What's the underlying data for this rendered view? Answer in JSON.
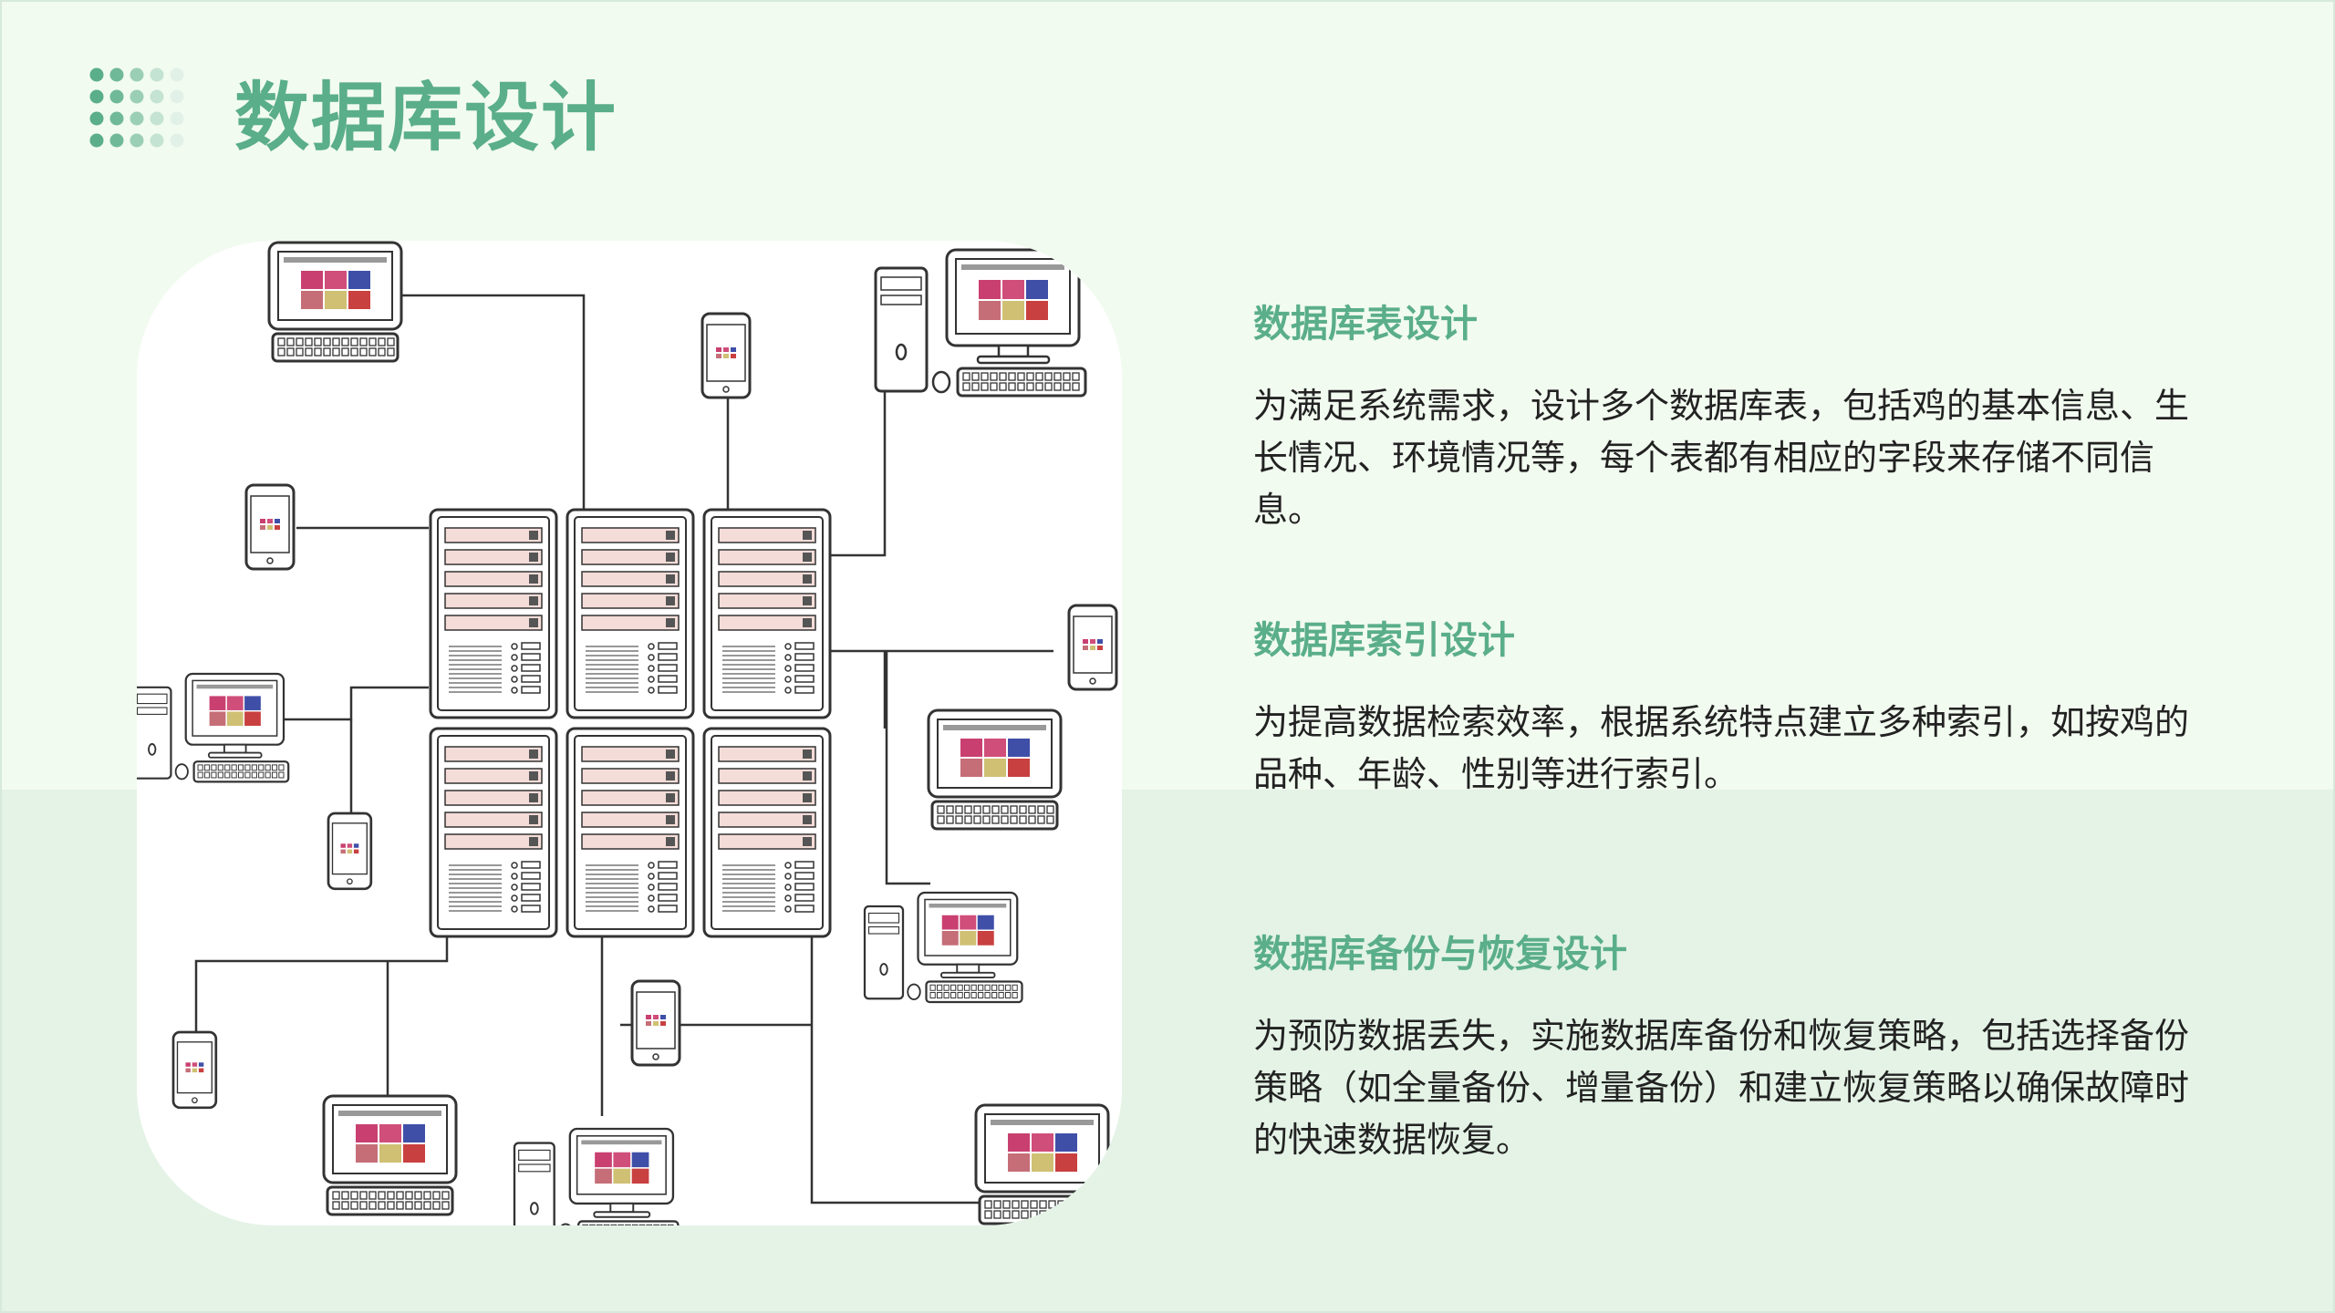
{
  "page": {
    "title": "数据库设计"
  },
  "sections": [
    {
      "heading": "数据库表设计",
      "body": "为满足系统需求，设计多个数据库表，包括鸡的基本信息、生长情况、环境情况等，每个表都有相应的字段来存储不同信息。"
    },
    {
      "heading": "数据库索引设计",
      "body": "为提高数据检索效率，根据系统特点建立多种索引，如按鸡的品种、年龄、性别等进行索引。"
    },
    {
      "heading": "数据库备份与恢复设计",
      "body": "为预防数据丢失，实施数据库备份和恢复策略，包括选择备份策略（如全量备份、增量备份）和建立恢复策略以确保故障时的快速数据恢复。"
    }
  ],
  "colors": {
    "accent": "#5aae89",
    "background_top": "#f2fbf0",
    "background_bottom": "#e4f3e6",
    "text": "#222222"
  },
  "icons": {
    "decoration": "dot-grid-icon",
    "illustration": "server-network-illustration"
  }
}
